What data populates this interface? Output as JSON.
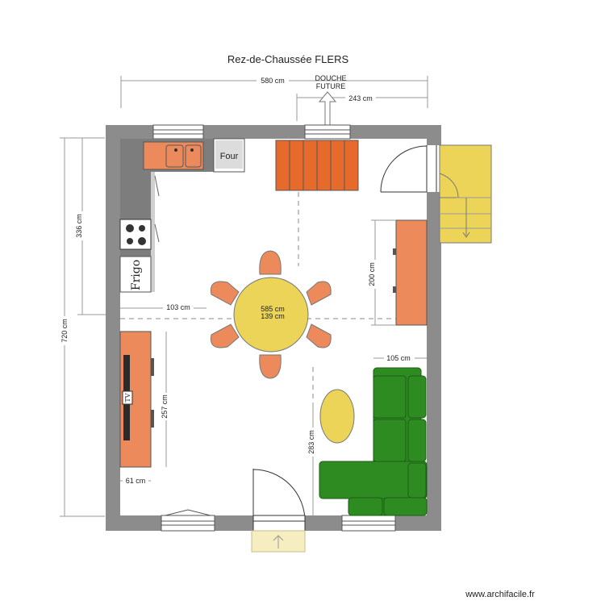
{
  "title": "Rez-de-Chaussée FLERS",
  "watermark": "www.archifacile.fr",
  "labels": {
    "douche_line1": "DOUCHE",
    "douche_line2": "FUTURE",
    "four": "Four",
    "frigo": "Frigo",
    "tv": "TV"
  },
  "dimensions": {
    "top_width": "580 cm",
    "top_right": "243 cm",
    "left_full": "720 cm",
    "left_upper": "336 cm",
    "inner_103": "103 cm",
    "inner_585": "585 cm",
    "inner_139": "139 cm",
    "right_200": "200 cm",
    "sofa_105": "105 cm",
    "tv_257": "257 cm",
    "living_283": "283 cm",
    "bottom_61": "61 cm"
  },
  "colors": {
    "wall": "#8c8c8c",
    "floor": "#ffffff",
    "orange": "#ed8a5c",
    "stairs": "#e56a2c",
    "yellow": "#ecd458",
    "sofa": "#2e8b22",
    "counter": "#7d7d7d"
  }
}
